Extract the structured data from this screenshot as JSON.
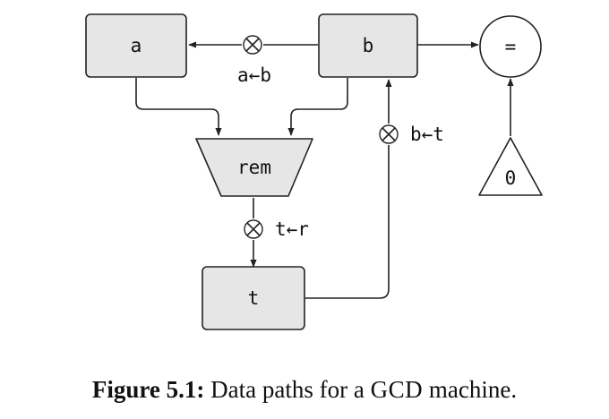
{
  "nodes": {
    "a": "a",
    "b": "b",
    "rem": "rem",
    "t": "t",
    "equal": "=",
    "zero": "0"
  },
  "valves": {
    "a_from_b": "a←b",
    "b_from_t": "b←t",
    "t_from_r": "t←r"
  },
  "caption": {
    "label": "Figure 5.1:",
    "text_before": "Data paths for a",
    "acronym": "GCD",
    "text_after": "machine."
  }
}
